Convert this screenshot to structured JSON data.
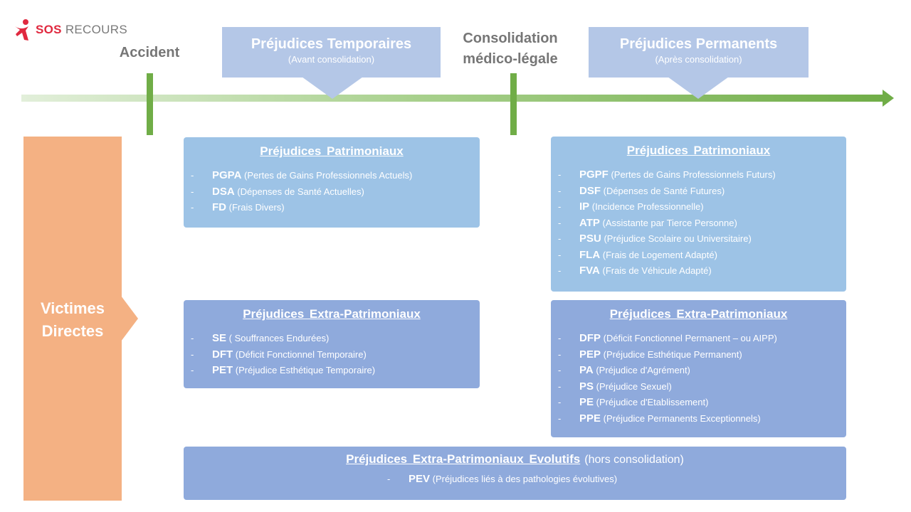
{
  "logo": {
    "brand_bold": "SOS",
    "brand_light": "RECOURS"
  },
  "timeline": {
    "accident": "Accident",
    "consolidation_line1": "Consolidation",
    "consolidation_line2": "médico-légale",
    "temporaires": {
      "title": "Préjudices Temporaires",
      "subtitle": "(Avant consolidation)"
    },
    "permanents": {
      "title": "Préjudices Permanents",
      "subtitle": "(Après consolidation)"
    }
  },
  "victims": {
    "line1": "Victimes",
    "line2": "Directes"
  },
  "temp_patrimoniaux": {
    "title": "Préjudices Patrimoniaux",
    "items": [
      {
        "dash": "-",
        "abbr": "PGPA",
        "desc": " (Pertes de Gains Professionnels Actuels)"
      },
      {
        "dash": "-",
        "abbr": "DSA",
        "desc": " (Dépenses de Santé Actuelles)"
      },
      {
        "dash": "-",
        "abbr": "FD",
        "desc": " (Frais Divers)"
      }
    ]
  },
  "temp_extra": {
    "title": "Préjudices Extra-Patrimoniaux",
    "items": [
      {
        "dash": "-",
        "abbr": "SE",
        "desc": " ( Souffrances Endurées)"
      },
      {
        "dash": "-",
        "abbr": "DFT",
        "desc": " (Déficit Fonctionnel Temporaire)"
      },
      {
        "dash": "-",
        "abbr": "PET",
        "desc": " (Préjudice Esthétique Temporaire)"
      }
    ]
  },
  "perm_patrimoniaux": {
    "title": "Préjudices Patrimoniaux",
    "items": [
      {
        "dash": "-",
        "abbr": "PGPF",
        "desc": " (Pertes de Gains Professionnels Futurs)"
      },
      {
        "dash": "-",
        "abbr": "DSF",
        "desc": " (Dépenses de Santé Futures)"
      },
      {
        "dash": "-",
        "abbr": "IP",
        "desc": " (Incidence Professionnelle)"
      },
      {
        "dash": "-",
        "abbr": "ATP",
        "desc": " (Assistante par Tierce Personne)"
      },
      {
        "dash": "-",
        "abbr": "PSU",
        "desc": "  (Préjudice Scolaire ou Universitaire)"
      },
      {
        "dash": "-",
        "abbr": "FLA",
        "desc": " (Frais de Logement Adapté)"
      },
      {
        "dash": "-",
        "abbr": "FVA",
        "desc": " (Frais de Véhicule Adapté)"
      }
    ]
  },
  "perm_extra": {
    "title": "Préjudices Extra-Patrimoniaux",
    "items": [
      {
        "dash": "-",
        "abbr": "DFP",
        "desc": " (Déficit Fonctionnel Permanent – ou AIPP)"
      },
      {
        "dash": "-",
        "abbr": "PEP",
        "desc": " (Préjudice Esthétique Permanent)"
      },
      {
        "dash": "-",
        "abbr": "PA",
        "desc": " (Préjudice d'Agrément)"
      },
      {
        "dash": "-",
        "abbr": "PS",
        "desc": " (Préjudice Sexuel)"
      },
      {
        "dash": "-",
        "abbr": "PE",
        "desc": " (Préjudice d'Etablissement)"
      },
      {
        "dash": "-",
        "abbr": "PPE",
        "desc": " (Préjudice Permanents Exceptionnels)"
      }
    ]
  },
  "evolutifs": {
    "title": "Préjudices Extra-Patrimoniaux Evolutifs",
    "qualifier": "(hors consolidation)",
    "items": [
      {
        "dash": "-",
        "abbr": "PEV",
        "desc": " (Préjudices liés à des pathologies évolutives)"
      }
    ]
  },
  "colors": {
    "victims": "#f4b183",
    "light_box": "#9dc3e6",
    "dark_box": "#8faadc",
    "phase_box": "#b4c7e7",
    "timeline": "#70ad47",
    "logo_red": "#e0293f"
  }
}
